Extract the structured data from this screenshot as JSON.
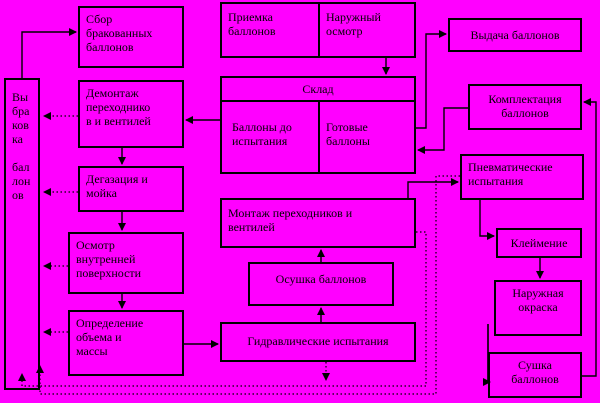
{
  "boxes": {
    "reject_collect": "Сбор\nбракованных\nбаллонов",
    "receive": "Приемка\nбаллонов",
    "ext_inspect": "Наружный\nосмотр",
    "issue": "Выдача баллонов",
    "reject": "Вы\nбра\nков\nка\n\nбал\nлон\nов",
    "dismount": "Демонтаж\nпереходнико\nв и вентилей",
    "warehouse": "Склад",
    "before_test": "Баллоны до\nиспытания",
    "ready": "Готовые\nбаллоны",
    "completion": "Комплектация\nбаллонов",
    "degas": "Дегазация и\nмойка",
    "pneumo": "Пневматические\nиспытания",
    "mount": "Монтаж переходников и\nвентилей",
    "inner_inspect": "Осмотр\nвнутренней\nповерхности",
    "stamping": "Клеймение",
    "drying1": "Осушка баллонов",
    "ext_paint": "Наружная\nокраска",
    "volume": "Определение\nобъема и\nмассы",
    "hydro": "Гидравлические испытания",
    "drying2": "Сушка\nбаллонов"
  }
}
